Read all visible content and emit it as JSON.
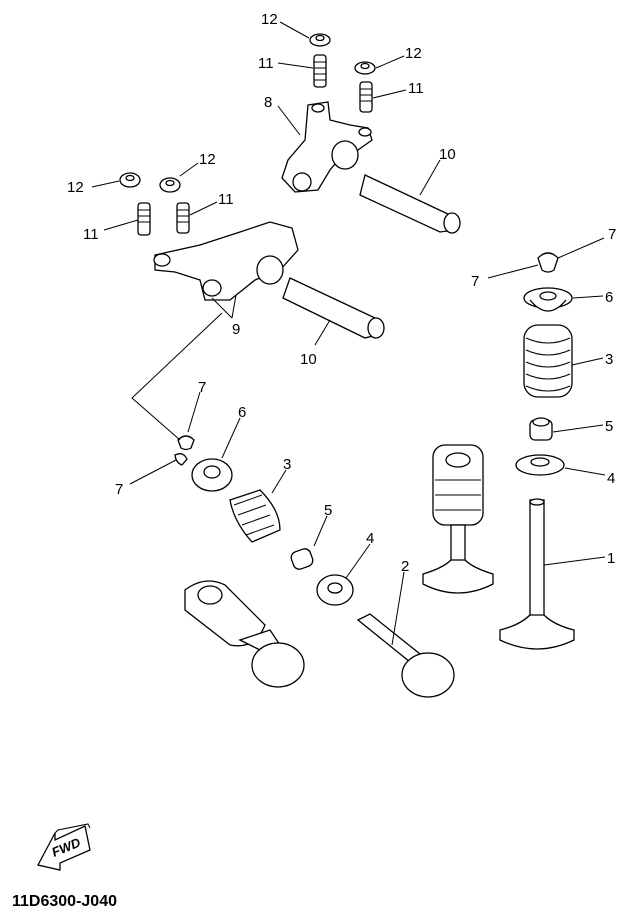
{
  "diagram": {
    "callouts": [
      "12",
      "11",
      "12",
      "11",
      "8",
      "10",
      "12",
      "12",
      "11",
      "11",
      "7",
      "7",
      "6",
      "9",
      "3",
      "10",
      "7",
      "6",
      "5",
      "3",
      "7",
      "4",
      "5",
      "4",
      "2",
      "1"
    ],
    "fwd_label": "FWD",
    "drawing_code": "11D6300-J040"
  }
}
